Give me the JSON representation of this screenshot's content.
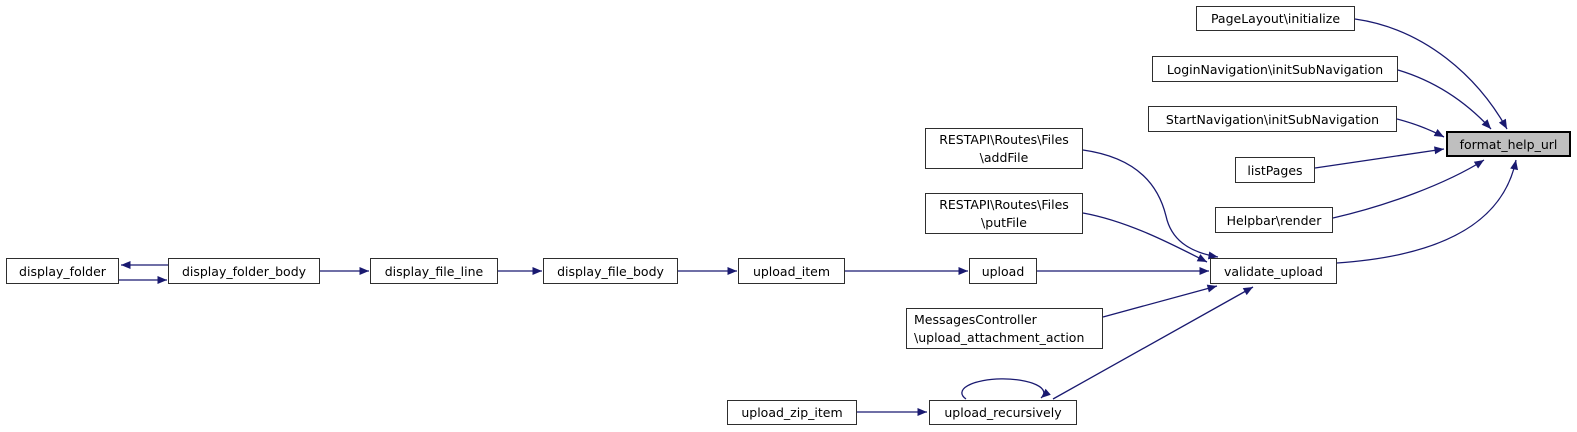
{
  "diagram": {
    "type": "call-graph",
    "highlighted_node": "format_help_url"
  },
  "colors": {
    "edge": "#191970",
    "node_border": "#2e2e2e",
    "highlight_fill": "#bfbfbf",
    "background": "#ffffff"
  },
  "nodes": {
    "display_folder": {
      "label": "display_folder"
    },
    "display_folder_body": {
      "label": "display_folder_body"
    },
    "display_file_line": {
      "label": "display_file_line"
    },
    "display_file_body": {
      "label": "display_file_body"
    },
    "upload_item": {
      "label": "upload_item"
    },
    "upload": {
      "label": "upload"
    },
    "validate_upload": {
      "label": "validate_upload"
    },
    "restapi_addfile": {
      "line1": "RESTAPI\\Routes\\Files",
      "line2": "\\addFile"
    },
    "restapi_putfile": {
      "line1": "RESTAPI\\Routes\\Files",
      "line2": "\\putFile"
    },
    "messages_controller": {
      "line1": "MessagesController",
      "line2": "\\upload_attachment_action"
    },
    "upload_zip_item": {
      "label": "upload_zip_item"
    },
    "upload_recursively": {
      "label": "upload_recursively"
    },
    "pagelayout_initialize": {
      "label": "PageLayout\\initialize"
    },
    "loginnavigation_initsubnavigation": {
      "label": "LoginNavigation\\initSubNavigation"
    },
    "startnavigation_initsubnavigation": {
      "label": "StartNavigation\\initSubNavigation"
    },
    "listpages": {
      "label": "listPages"
    },
    "helpbar_render": {
      "label": "Helpbar\\render"
    },
    "format_help_url": {
      "label": "format_help_url"
    }
  },
  "edges": [
    {
      "from": "display_folder_body",
      "to": "display_folder"
    },
    {
      "from": "display_folder",
      "to": "display_folder_body"
    },
    {
      "from": "display_folder_body",
      "to": "display_file_line"
    },
    {
      "from": "display_file_line",
      "to": "display_file_body"
    },
    {
      "from": "display_file_body",
      "to": "upload_item"
    },
    {
      "from": "upload_item",
      "to": "upload"
    },
    {
      "from": "upload",
      "to": "validate_upload"
    },
    {
      "from": "restapi_addfile",
      "to": "validate_upload"
    },
    {
      "from": "restapi_putfile",
      "to": "validate_upload"
    },
    {
      "from": "messages_controller",
      "to": "validate_upload"
    },
    {
      "from": "upload_recursively",
      "to": "validate_upload"
    },
    {
      "from": "upload_recursively",
      "to": "upload_recursively"
    },
    {
      "from": "upload_zip_item",
      "to": "upload_recursively"
    },
    {
      "from": "pagelayout_initialize",
      "to": "format_help_url"
    },
    {
      "from": "loginnavigation_initsubnavigation",
      "to": "format_help_url"
    },
    {
      "from": "startnavigation_initsubnavigation",
      "to": "format_help_url"
    },
    {
      "from": "listpages",
      "to": "format_help_url"
    },
    {
      "from": "helpbar_render",
      "to": "format_help_url"
    },
    {
      "from": "validate_upload",
      "to": "format_help_url"
    }
  ]
}
